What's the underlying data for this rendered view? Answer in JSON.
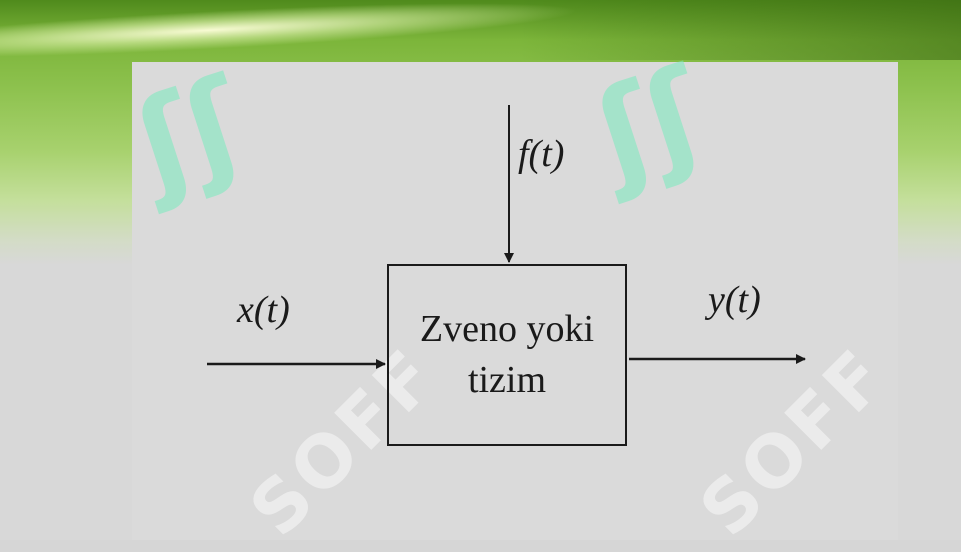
{
  "diagram": {
    "box_label": "Zveno yoki tizim",
    "input_label": "x(t)",
    "disturbance_label": "f(t)",
    "output_label": "y(t)"
  },
  "watermark": {
    "logo_glyph": "ʃʃ",
    "text": "SOFF"
  },
  "colors": {
    "background_green": "#7cb53a",
    "panel_gray": "#dadada",
    "line": "#1a1a1a",
    "watermark_mint": "#78ebbe"
  }
}
